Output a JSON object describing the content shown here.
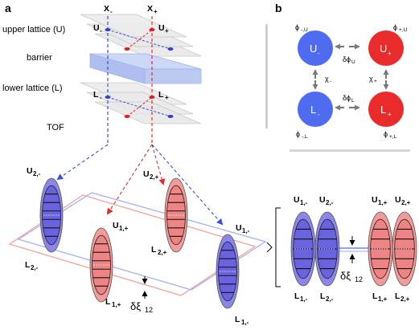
{
  "panel_a": {
    "label": "a",
    "beam_minus": "X",
    "beam_minus_sub": "-",
    "beam_plus": "X",
    "beam_plus_sub": "+",
    "upper_lattice": "upper lattice (U)",
    "barrier": "barrier",
    "lower_lattice": "lower lattice (L)",
    "tof": "TOF",
    "site_u_minus": "U",
    "site_u_minus_sub": "-",
    "site_u_plus": "U",
    "site_u_plus_sub": "+",
    "site_l_minus": "L",
    "site_l_minus_sub": "-",
    "site_l_plus": "L",
    "site_l_plus_sub": "+",
    "clouds": {
      "u2_minus": "U",
      "u2_minus_sub": "2,-",
      "l2_minus": "L",
      "l2_minus_sub": "2,-",
      "u2_plus": "U",
      "u2_plus_sub": "2,+",
      "l2_plus": "L",
      "l2_plus_sub": "2,+",
      "u1_plus": "U",
      "u1_plus_sub": "1,+",
      "l1_plus": "L",
      "l1_plus_sub": "1,+",
      "u1_minus": "U",
      "u1_minus_sub": "1,-",
      "l1_minus": "L",
      "l1_minus_sub": "1,-"
    },
    "delta_xi": "δξ",
    "delta_xi_sub": "12"
  },
  "panel_b": {
    "label": "b",
    "nodes": {
      "u_minus": "U",
      "u_minus_sub": "-",
      "u_plus": "U",
      "u_plus_sub": "+",
      "l_minus": "L",
      "l_minus_sub": "-",
      "l_plus": "L",
      "l_plus_sub": "+"
    },
    "phases": {
      "phi_minus_u": "ϕ",
      "phi_minus_u_sub": "-,U",
      "phi_plus_u": "ϕ",
      "phi_plus_u_sub": "+,U",
      "phi_minus_l": "ϕ",
      "phi_minus_l_sub": "-,L",
      "phi_plus_l": "ϕ",
      "phi_plus_l_sub": "+,L",
      "dphi_u": "δϕ",
      "dphi_u_sub": "U",
      "dphi_l": "δϕ",
      "dphi_l_sub": "L",
      "chi_minus": "χ",
      "chi_minus_sub": "-",
      "chi_plus": "χ",
      "chi_plus_sub": "+"
    },
    "clouds": {
      "u1_minus": "U",
      "u1_minus_sub": "1,-",
      "u2_minus": "U",
      "u2_minus_sub": "2,-",
      "u1_plus": "U",
      "u1_plus_sub": "1,+",
      "u2_plus": "U",
      "u2_plus_sub": "2,+",
      "l1_minus": "L",
      "l1_minus_sub": "1,-",
      "l2_minus": "L",
      "l2_minus_sub": "2,-",
      "l1_plus": "L",
      "l1_plus_sub": "1,+",
      "l2_plus": "L",
      "l2_plus_sub": "2,+"
    },
    "delta_xi": "δξ",
    "delta_xi_sub": "12"
  },
  "colors": {
    "blue": "#4f6cf0",
    "red": "#ea2b2b",
    "blue_cloud": "#8b86e8",
    "red_cloud": "#f39a9a",
    "plane": "#e6e6e6",
    "barrier": "#b9c9f3",
    "frame_red": "#f3a09a",
    "frame_blue": "#a7b1ee"
  }
}
